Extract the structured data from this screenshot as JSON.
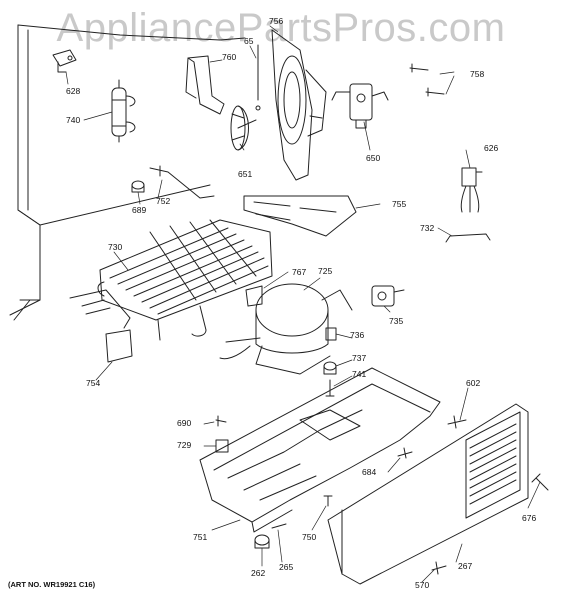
{
  "watermark": "AppliancePartsPros.com",
  "art_number": "(ART NO. WR19921 C16)",
  "callouts": {
    "p628": "628",
    "p740": "740",
    "p760": "760",
    "p756": "756",
    "p65": "65",
    "p758": "758",
    "p651": "651",
    "p650": "650",
    "p626": "626",
    "p689": "689",
    "p752": "752",
    "p755": "755",
    "p730": "730",
    "p732": "732",
    "p767": "767",
    "p725": "725",
    "p735": "735",
    "p736": "736",
    "p737": "737",
    "p741": "741",
    "p754": "754",
    "p602": "602",
    "p690": "690",
    "p729": "729",
    "p684": "684",
    "p676": "676",
    "p751": "751",
    "p750": "750",
    "p262": "262",
    "p265": "265",
    "p267": "267",
    "p570": "570"
  }
}
